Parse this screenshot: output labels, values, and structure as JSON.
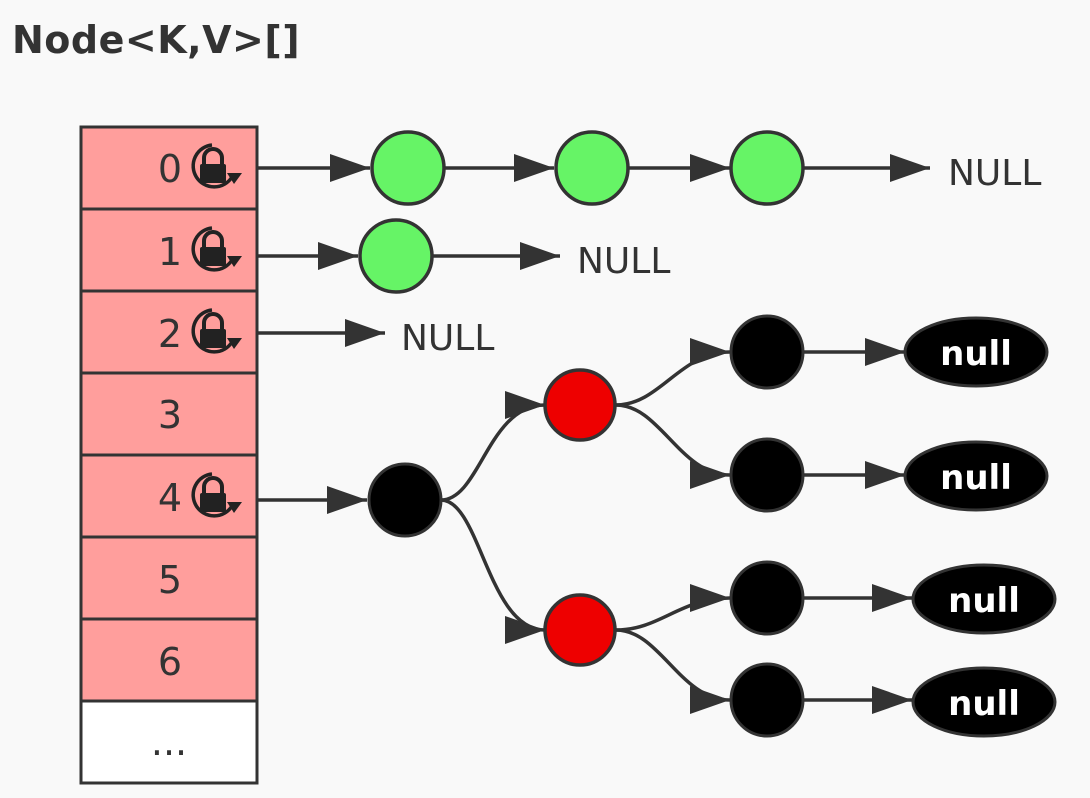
{
  "title": "Node<K,V>[]",
  "colors": {
    "bucket_fill": "#ff9e9c",
    "empty_fill": "#ffffff",
    "list_node": "#66f466",
    "red_node": "#ee0000",
    "black_node": "#000000",
    "stroke": "#333333"
  },
  "buckets": [
    {
      "label": "0",
      "locked": true
    },
    {
      "label": "1",
      "locked": true
    },
    {
      "label": "2",
      "locked": true
    },
    {
      "label": "3",
      "locked": false
    },
    {
      "label": "4",
      "locked": true
    },
    {
      "label": "5",
      "locked": false
    },
    {
      "label": "6",
      "locked": false
    },
    {
      "label": "...",
      "locked": false,
      "empty": true
    }
  ],
  "lock_icon": "lock-rotate-icon",
  "list_terminal": "NULL",
  "lists": [
    {
      "bucket": "0",
      "nodes": 3
    },
    {
      "bucket": "1",
      "nodes": 1
    },
    {
      "bucket": "2",
      "nodes": 0
    }
  ],
  "tree": {
    "bucket": "4",
    "root": "black",
    "children": [
      "red",
      "red"
    ],
    "grandchildren": [
      "black",
      "black",
      "black",
      "black"
    ],
    "leaf_label": "null"
  }
}
